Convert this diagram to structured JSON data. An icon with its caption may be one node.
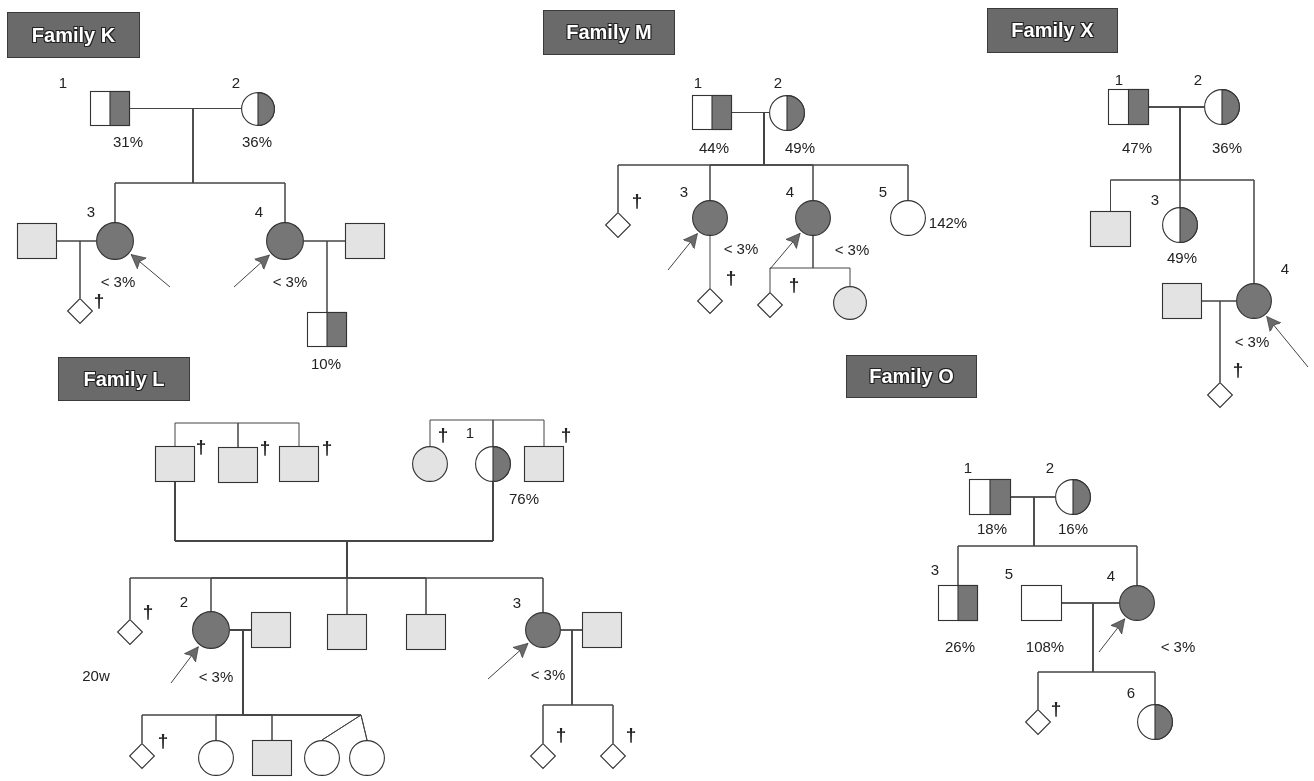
{
  "diagram": {
    "nodes": [
      {
        "text": [
          "Family K"
        ]
      },
      {
        "text": [
          "1"
        ],
        "beside": [
          "31%"
        ]
      },
      {
        "text": [
          "2"
        ],
        "beside": [
          "36%"
        ]
      },
      {
        "text": [],
        "shape": "box"
      },
      {
        "text": [
          "3"
        ],
        "beside": [
          "< 3%"
        ]
      },
      {
        "text": [
          "4"
        ],
        "beside": [
          "< 3%"
        ]
      },
      {
        "text": [],
        "shape": "box"
      },
      {
        "text": [],
        "shape": "diamond",
        "beside": [
          "†"
        ]
      },
      {
        "text": [],
        "shape": "box",
        "beside": [
          "10%"
        ]
      },
      {
        "text": [
          "Family M"
        ]
      },
      {
        "text": [
          "1"
        ],
        "beside": [
          "44%"
        ]
      },
      {
        "text": [
          "2"
        ],
        "beside": [
          "49%"
        ]
      },
      {
        "text": [],
        "shape": "diamond",
        "beside": [
          "†"
        ]
      },
      {
        "text": [
          "3"
        ],
        "beside": [
          "< 3%"
        ]
      },
      {
        "text": [
          "4"
        ],
        "beside": [
          "< 3%"
        ]
      },
      {
        "text": [
          "5"
        ],
        "beside": [
          "142%"
        ]
      },
      {
        "text": [],
        "shape": "diamond",
        "beside": [
          "†"
        ]
      },
      {
        "text": [],
        "shape": "diamond",
        "beside": [
          "†"
        ]
      },
      {
        "text": [],
        "shape": "circle"
      },
      {
        "text": [
          "Family X"
        ]
      },
      {
        "text": [
          "1"
        ],
        "beside": [
          "47%"
        ]
      },
      {
        "text": [
          "2"
        ],
        "beside": [
          "36%"
        ]
      },
      {
        "text": [],
        "shape": "box"
      },
      {
        "text": [
          "3"
        ],
        "beside": [
          "49%"
        ]
      },
      {
        "text": [],
        "shape": "box"
      },
      {
        "text": [
          "4"
        ],
        "beside": [
          "< 3%"
        ]
      },
      {
        "text": [],
        "shape": "diamond",
        "beside": [
          "†"
        ]
      },
      {
        "text": [
          "Family L"
        ]
      },
      {
        "text": [],
        "shape": "box",
        "beside": [
          "†"
        ]
      },
      {
        "text": [],
        "shape": "box",
        "beside": [
          "†"
        ]
      },
      {
        "text": [],
        "shape": "box",
        "beside": [
          "†"
        ]
      },
      {
        "text": [],
        "shape": "circle",
        "beside": [
          "†"
        ]
      },
      {
        "text": [
          "1"
        ],
        "beside": [
          "76%"
        ]
      },
      {
        "text": [],
        "shape": "box",
        "beside": [
          "†"
        ]
      },
      {
        "text": [],
        "shape": "diamond",
        "beside": [
          "†",
          "20w"
        ]
      },
      {
        "text": [
          "2"
        ],
        "beside": [
          "< 3%"
        ]
      },
      {
        "text": [],
        "shape": "box"
      },
      {
        "text": [],
        "shape": "box"
      },
      {
        "text": [],
        "shape": "box"
      },
      {
        "text": [
          "3"
        ],
        "beside": [
          "< 3%"
        ]
      },
      {
        "text": [],
        "shape": "box"
      },
      {
        "text": [],
        "shape": "diamond",
        "beside": [
          "†"
        ]
      },
      {
        "text": [],
        "shape": "circle"
      },
      {
        "text": [],
        "shape": "box"
      },
      {
        "text": [],
        "shape": "circle"
      },
      {
        "text": [],
        "shape": "circle"
      },
      {
        "text": [],
        "shape": "diamond",
        "beside": [
          "†"
        ]
      },
      {
        "text": [],
        "shape": "diamond",
        "beside": [
          "†"
        ]
      },
      {
        "text": [
          "Family O"
        ]
      },
      {
        "text": [
          "1"
        ],
        "beside": [
          "18%"
        ]
      },
      {
        "text": [
          "2"
        ],
        "beside": [
          "16%"
        ]
      },
      {
        "text": [
          "3"
        ],
        "beside": [
          "26%"
        ]
      },
      {
        "text": [
          "5"
        ],
        "beside": [
          "108%"
        ]
      },
      {
        "text": [
          "4"
        ],
        "beside": [
          "< 3%"
        ]
      },
      {
        "text": [],
        "shape": "diamond",
        "beside": [
          "†"
        ]
      },
      {
        "text": [
          "6"
        ]
      }
    ],
    "edges": [
      {
        "from": 1,
        "to": 2,
        "arrow": "none"
      },
      {
        "from": 1,
        "to": 4,
        "arrow": "none"
      },
      {
        "from": 2,
        "to": 4,
        "arrow": "none"
      },
      {
        "from": 1,
        "to": 5,
        "arrow": "none"
      },
      {
        "from": 2,
        "to": 5,
        "arrow": "none"
      },
      {
        "from": 3,
        "to": 4,
        "arrow": "none"
      },
      {
        "from": 3,
        "to": 7,
        "arrow": "none"
      },
      {
        "from": 4,
        "to": 7,
        "arrow": "none"
      },
      {
        "from": 5,
        "to": 6,
        "arrow": "none"
      },
      {
        "from": 5,
        "to": 8,
        "arrow": "none"
      },
      {
        "from": 6,
        "to": 8,
        "arrow": "none"
      },
      {
        "from": null,
        "to": 4,
        "arrow": "to"
      },
      {
        "from": null,
        "to": 5,
        "arrow": "to"
      },
      {
        "from": 10,
        "to": 11,
        "arrow": "none"
      },
      {
        "from": 10,
        "to": 12,
        "arrow": "none"
      },
      {
        "from": 11,
        "to": 12,
        "arrow": "none"
      },
      {
        "from": 10,
        "to": 13,
        "arrow": "none"
      },
      {
        "from": 11,
        "to": 13,
        "arrow": "none"
      },
      {
        "from": 10,
        "to": 14,
        "arrow": "none"
      },
      {
        "from": 11,
        "to": 14,
        "arrow": "none"
      },
      {
        "from": 10,
        "to": 15,
        "arrow": "none"
      },
      {
        "from": 11,
        "to": 15,
        "arrow": "none"
      },
      {
        "from": 13,
        "to": 16,
        "arrow": "none"
      },
      {
        "from": 14,
        "to": 17,
        "arrow": "none"
      },
      {
        "from": 14,
        "to": 18,
        "arrow": "none"
      },
      {
        "from": null,
        "to": 13,
        "arrow": "to"
      },
      {
        "from": null,
        "to": 14,
        "arrow": "to"
      },
      {
        "from": 20,
        "to": 21,
        "arrow": "none"
      },
      {
        "from": 20,
        "to": 22,
        "arrow": "none"
      },
      {
        "from": 21,
        "to": 22,
        "arrow": "none"
      },
      {
        "from": 20,
        "to": 23,
        "arrow": "none"
      },
      {
        "from": 21,
        "to": 23,
        "arrow": "none"
      },
      {
        "from": 20,
        "to": 25,
        "arrow": "none"
      },
      {
        "from": 21,
        "to": 25,
        "arrow": "none"
      },
      {
        "from": 24,
        "to": 25,
        "arrow": "none"
      },
      {
        "from": 24,
        "to": 26,
        "arrow": "none"
      },
      {
        "from": 25,
        "to": 26,
        "arrow": "none"
      },
      {
        "from": null,
        "to": 25,
        "arrow": "to"
      },
      {
        "from": 28,
        "to": 29,
        "arrow": "none"
      },
      {
        "from": 29,
        "to": 30,
        "arrow": "none"
      },
      {
        "from": 31,
        "to": 32,
        "arrow": "none"
      },
      {
        "from": 32,
        "to": 33,
        "arrow": "none"
      },
      {
        "from": 28,
        "to": 32,
        "arrow": "none"
      },
      {
        "from": 28,
        "to": 34,
        "arrow": "none"
      },
      {
        "from": 32,
        "to": 34,
        "arrow": "none"
      },
      {
        "from": 28,
        "to": 35,
        "arrow": "none"
      },
      {
        "from": 32,
        "to": 35,
        "arrow": "none"
      },
      {
        "from": 28,
        "to": 37,
        "arrow": "none"
      },
      {
        "from": 32,
        "to": 37,
        "arrow": "none"
      },
      {
        "from": 28,
        "to": 38,
        "arrow": "none"
      },
      {
        "from": 32,
        "to": 38,
        "arrow": "none"
      },
      {
        "from": 28,
        "to": 39,
        "arrow": "none"
      },
      {
        "from": 32,
        "to": 39,
        "arrow": "none"
      },
      {
        "from": 35,
        "to": 36,
        "arrow": "none"
      },
      {
        "from": 35,
        "to": 41,
        "arrow": "none"
      },
      {
        "from": 36,
        "to": 41,
        "arrow": "none"
      },
      {
        "from": 35,
        "to": 42,
        "arrow": "none"
      },
      {
        "from": 36,
        "to": 42,
        "arrow": "none"
      },
      {
        "from": 35,
        "to": 43,
        "arrow": "none"
      },
      {
        "from": 36,
        "to": 43,
        "arrow": "none"
      },
      {
        "from": 35,
        "to": 44,
        "arrow": "none"
      },
      {
        "from": 36,
        "to": 44,
        "arrow": "none"
      },
      {
        "from": 35,
        "to": 45,
        "arrow": "none"
      },
      {
        "from": 36,
        "to": 45,
        "arrow": "none"
      },
      {
        "from": 39,
        "to": 40,
        "arrow": "none"
      },
      {
        "from": 39,
        "to": 46,
        "arrow": "none"
      },
      {
        "from": 40,
        "to": 46,
        "arrow": "none"
      },
      {
        "from": 39,
        "to": 47,
        "arrow": "none"
      },
      {
        "from": 40,
        "to": 47,
        "arrow": "none"
      },
      {
        "from": null,
        "to": 35,
        "arrow": "to"
      },
      {
        "from": null,
        "to": 39,
        "arrow": "to"
      },
      {
        "from": 49,
        "to": 50,
        "arrow": "none"
      },
      {
        "from": 49,
        "to": 51,
        "arrow": "none"
      },
      {
        "from": 50,
        "to": 51,
        "arrow": "none"
      },
      {
        "from": 49,
        "to": 53,
        "arrow": "none"
      },
      {
        "from": 50,
        "to": 53,
        "arrow": "none"
      },
      {
        "from": 52,
        "to": 53,
        "arrow": "none"
      },
      {
        "from": 52,
        "to": 54,
        "arrow": "none"
      },
      {
        "from": 53,
        "to": 54,
        "arrow": "none"
      },
      {
        "from": 52,
        "to": 55,
        "arrow": "none"
      },
      {
        "from": 53,
        "to": 55,
        "arrow": "none"
      },
      {
        "from": null,
        "to": 53,
        "arrow": "to"
      }
    ]
  }
}
